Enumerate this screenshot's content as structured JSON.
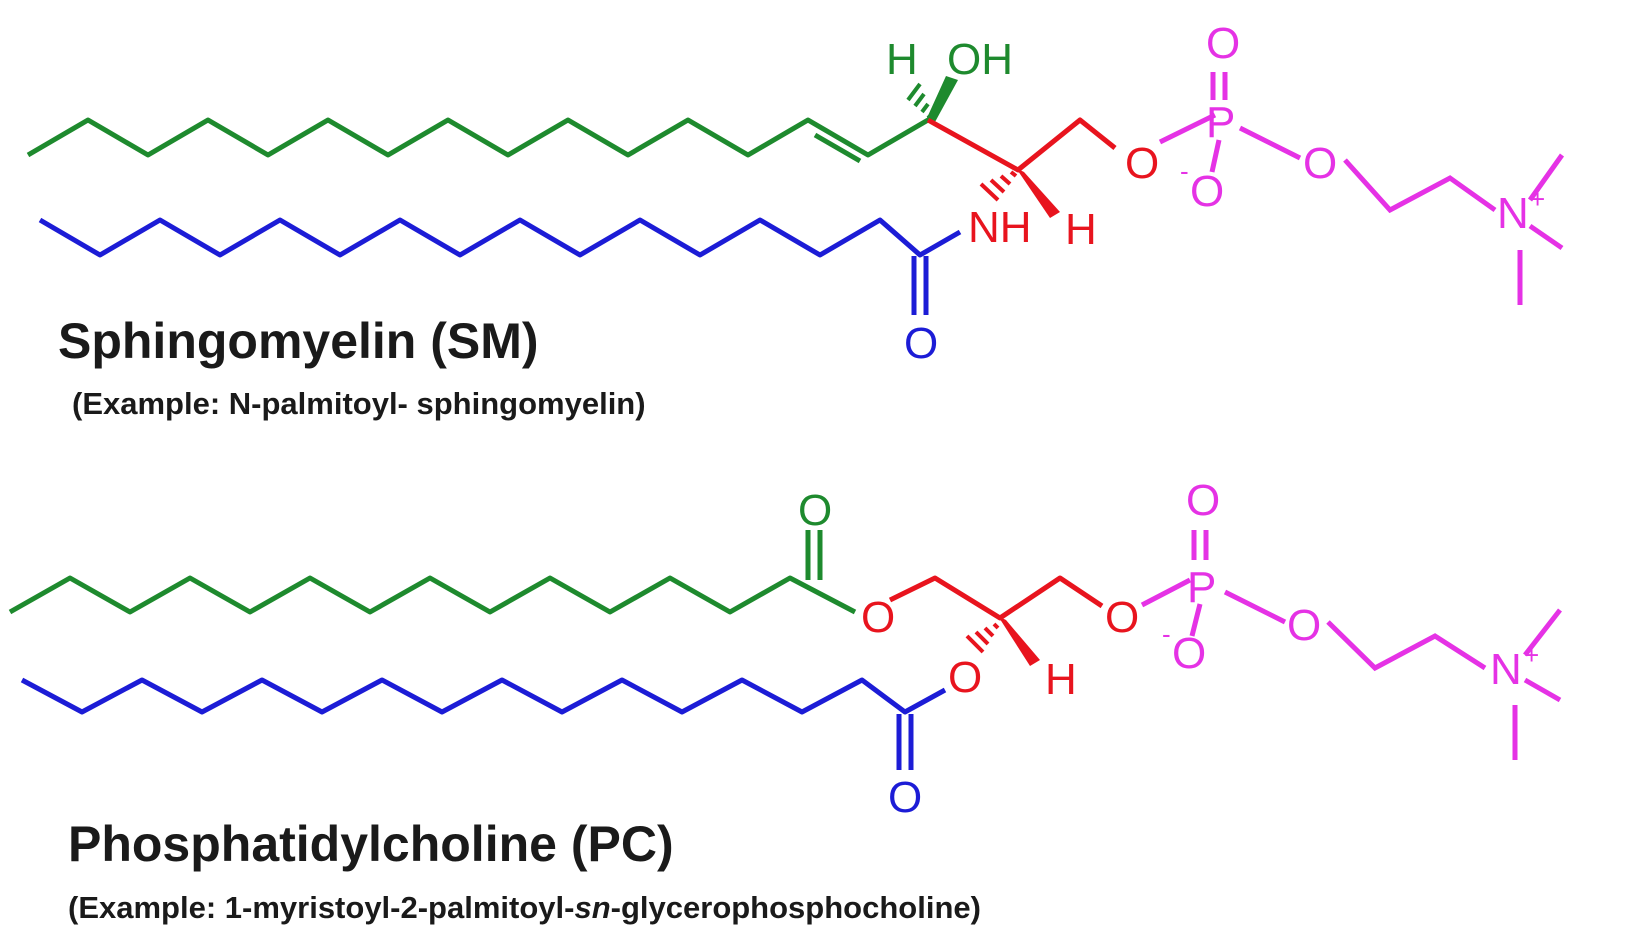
{
  "colors": {
    "green": "#1e8a2e",
    "blue": "#1c1cd6",
    "red": "#e8141e",
    "magenta": "#e532e5",
    "text": "#1a1a1a"
  },
  "sm": {
    "title": "Sphingomyelin (SM)",
    "caption": "(Example: N-palmitoyl- sphingomyelin)",
    "atoms": {
      "h_top": "H",
      "oh": "OH",
      "nh": "NH",
      "h_right": "H",
      "amide_o": "O",
      "ester_o": "O",
      "p": "P",
      "p_o_top": "O",
      "p_o_minus": "O",
      "minus": "-",
      "p_o_right": "O",
      "n": "N",
      "plus": "+"
    }
  },
  "pc": {
    "title": "Phosphatidylcholine (PC)",
    "caption_pre": "(Example: 1-myristoyl-2-palmitoyl-",
    "caption_italic": "sn",
    "caption_post": "-glycerophosphocholine)",
    "atoms": {
      "o_carbonyl_top": "O",
      "o_ester_1": "O",
      "o_ester_2": "O",
      "h": "H",
      "o_carbonyl_bottom": "O",
      "o_phosphate_left": "O",
      "p": "P",
      "p_o_top": "O",
      "p_o_minus": "O",
      "minus": "-",
      "p_o_right": "O",
      "n": "N",
      "plus": "+"
    }
  }
}
